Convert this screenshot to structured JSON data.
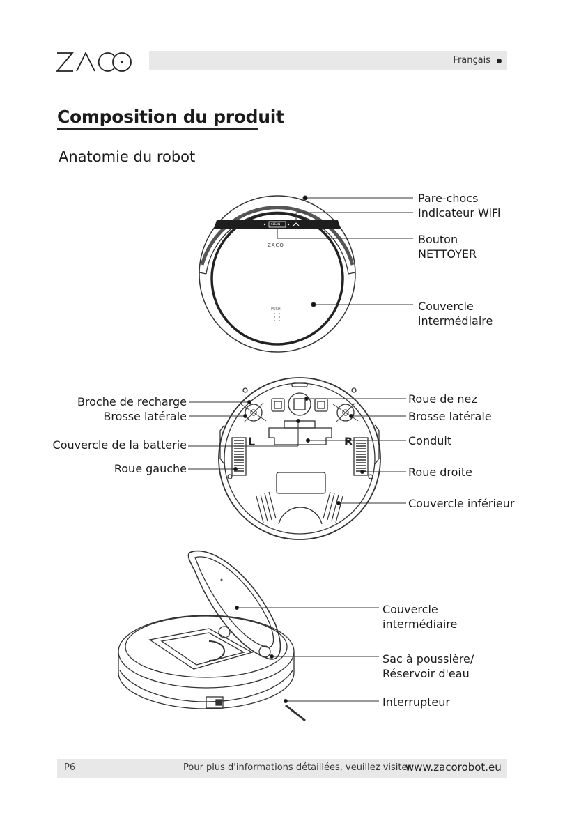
{
  "header": {
    "logo_text": "ZACO",
    "language": "Français"
  },
  "page_title": "Composition du produit",
  "section_title": "Anatomie du robot",
  "top_view": {
    "labels": {
      "bumper": "Pare-chocs",
      "wifi": "Indicateur WiFi",
      "clean_1": "Bouton",
      "clean_2": "NETTOYER",
      "cover_1": "Couvercle",
      "cover_2": "intermédiaire"
    },
    "device_text": {
      "brand": "ZACO",
      "clean_key": "CLEAN",
      "push": "PUSH"
    }
  },
  "bottom_view": {
    "labels": {
      "charge_pin": "Broche de recharge",
      "side_brush_left": "Brosse latérale",
      "battery_cover": "Couvercle de la batterie",
      "left_wheel": "Roue gauche",
      "nose_wheel": "Roue de nez",
      "side_brush_right": "Brosse latérale",
      "duct": "Conduit",
      "right_wheel": "Roue droite",
      "bottom_cover": "Couvercle inférieur"
    },
    "device_text": {
      "left_mark": "L",
      "right_mark": "R"
    }
  },
  "open_view": {
    "labels": {
      "cover_1": "Couvercle",
      "cover_2": "intermédiaire",
      "bag_1": "Sac à poussière/",
      "bag_2": "Réservoir d'eau",
      "switch": "Interrupteur"
    }
  },
  "footer": {
    "page": "P6",
    "text": "Pour plus d'informations détaillées, veuillez visiter:",
    "url": "www.zacorobot.eu"
  }
}
